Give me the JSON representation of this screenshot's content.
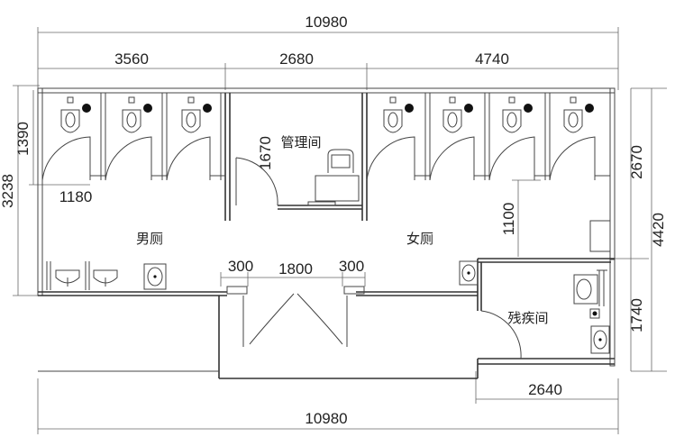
{
  "dimensions": {
    "total_top": "10980",
    "seg_left": "3560",
    "seg_mid": "2680",
    "seg_right": "4740",
    "left_outer": "3238",
    "left_inner": "1390",
    "stall_width": "1180",
    "office_height": "1670",
    "right_outer": "4420",
    "right_upper": "2670",
    "right_lower": "1740",
    "wall_gap": "1100",
    "entry_left": "300",
    "entry_mid": "1800",
    "entry_right": "300",
    "accessible_width": "2640",
    "total_bottom": "10980"
  },
  "rooms": {
    "men": "男厕",
    "office": "管理间",
    "women": "女厕",
    "accessible": "残疾间"
  }
}
